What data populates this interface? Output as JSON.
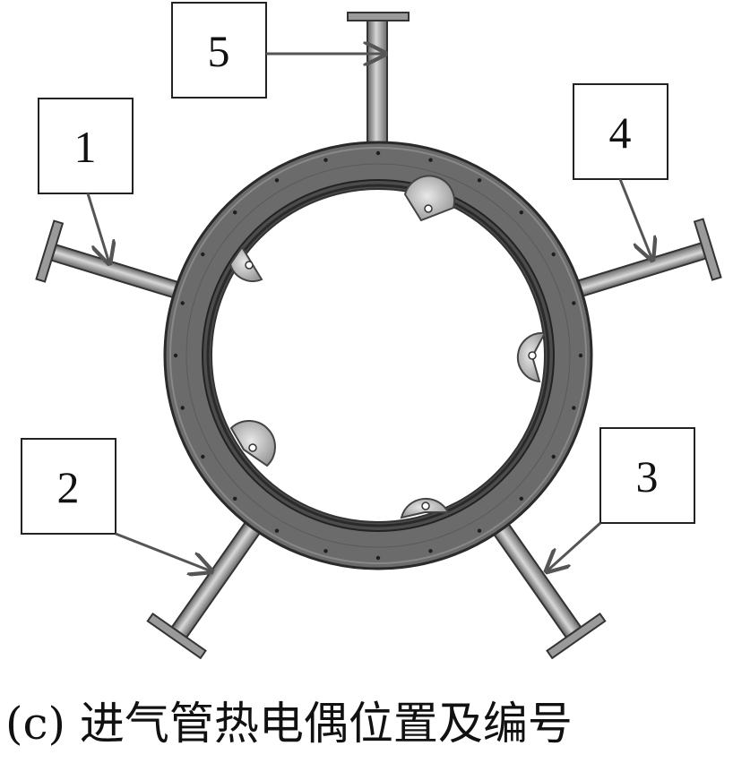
{
  "labels": [
    {
      "id": "1",
      "text": "1"
    },
    {
      "id": "2",
      "text": "2"
    },
    {
      "id": "3",
      "text": "3"
    },
    {
      "id": "4",
      "text": "4"
    },
    {
      "id": "5",
      "text": "5"
    }
  ],
  "caption": "(c) 进气管热电偶位置及编号"
}
